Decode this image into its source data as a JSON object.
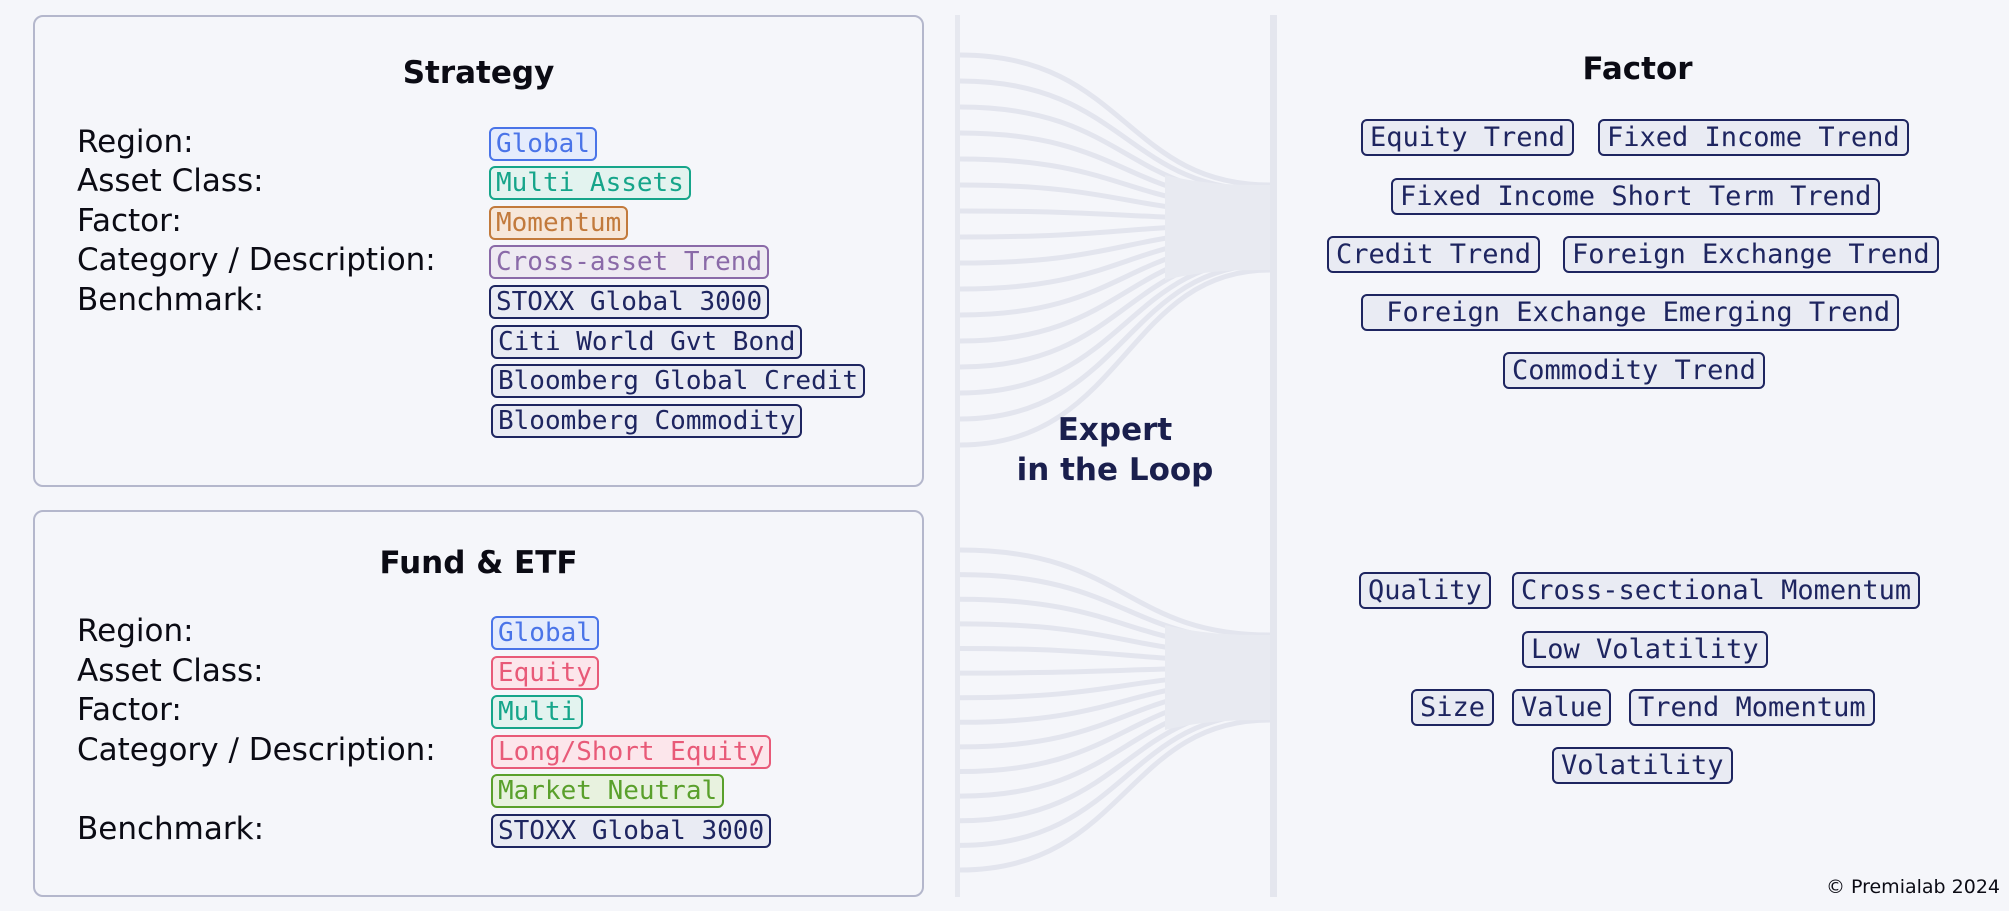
{
  "strategy": {
    "title": "Strategy",
    "region_label": "Region:",
    "region_tags": [
      "Global"
    ],
    "asset_class_label": "Asset Class:",
    "asset_class_tags": [
      "Multi Assets"
    ],
    "factor_label": "Factor:",
    "factor_tags": [
      "Momentum"
    ],
    "category_label": "Category / Description:",
    "category_tags": [
      "Cross-asset Trend"
    ],
    "benchmark_label": "Benchmark:",
    "benchmark_tags": [
      "STOXX Global 3000",
      "Citi World Gvt Bond",
      "Bloomberg Global Credit",
      "Bloomberg Commodity"
    ]
  },
  "fund": {
    "title": "Fund & ETF",
    "region_label": "Region:",
    "region_tags": [
      "Global"
    ],
    "asset_class_label": "Asset Class:",
    "asset_class_tags": [
      "Equity"
    ],
    "factor_label": "Factor:",
    "factor_tags": [
      "Multi"
    ],
    "category_label": "Category / Description:",
    "category_tags": [
      "Long/Short Equity",
      "Market Neutral"
    ],
    "benchmark_label": "Benchmark:",
    "benchmark_tags": [
      "STOXX Global 3000"
    ]
  },
  "expert": {
    "line1": "Expert",
    "line2": "in the Loop"
  },
  "factor": {
    "title": "Factor",
    "top_tags": [
      "Equity Trend",
      "Fixed Income Trend",
      "Fixed Income Short Term Trend",
      "Credit Trend",
      "Foreign Exchange Trend",
      " Foreign Exchange Emerging Trend",
      "Commodity Trend"
    ],
    "bottom_tags": [
      "Quality",
      "Cross-sectional Momentum",
      "Low Volatility",
      "Size",
      "Value",
      "Trend Momentum",
      "Volatility"
    ]
  },
  "footer": {
    "copyright": "© Premialab 2024"
  },
  "colors": {
    "region": "#4a74e8",
    "multi_assets": "#16a58a",
    "momentum": "#c27a3c",
    "cross_asset": "#8a6aa8",
    "equity": "#e85a78",
    "multi": "#16a58a",
    "long_short": "#e85a78",
    "market_neutral": "#5aa02c",
    "navy": "#1e2560"
  }
}
